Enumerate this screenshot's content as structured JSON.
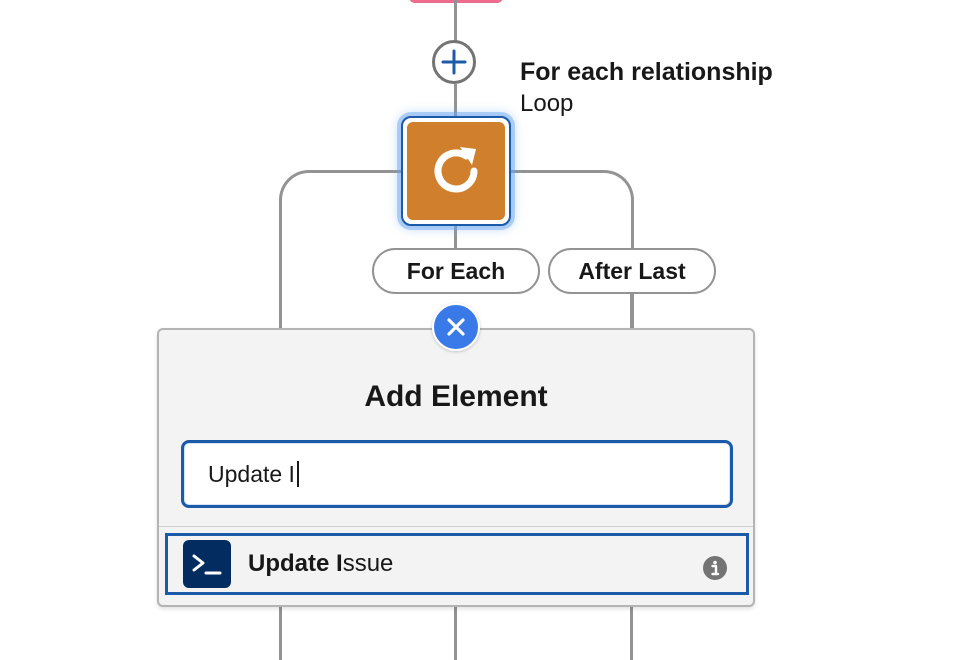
{
  "loop_node": {
    "title": "For each relationship",
    "subtitle": "Loop"
  },
  "branches": {
    "for_each": "For Each",
    "after_last": "After Last"
  },
  "add_element": {
    "title": "Add Element",
    "search_value": "Update I",
    "result": {
      "bold_part": "Update I",
      "rest": "ssue"
    }
  },
  "icons": {
    "add": "plus-icon",
    "loop": "loop-refresh-icon",
    "close": "close-icon",
    "apex_action": "terminal-icon",
    "info": "info-icon"
  },
  "colors": {
    "loop_node": "#d0802c",
    "accent_blue": "#1b5aa8",
    "close_button": "#3a7ae8",
    "result_icon_bg": "#032d60",
    "prev_node": "#ec6b8f",
    "connector": "#939393"
  }
}
